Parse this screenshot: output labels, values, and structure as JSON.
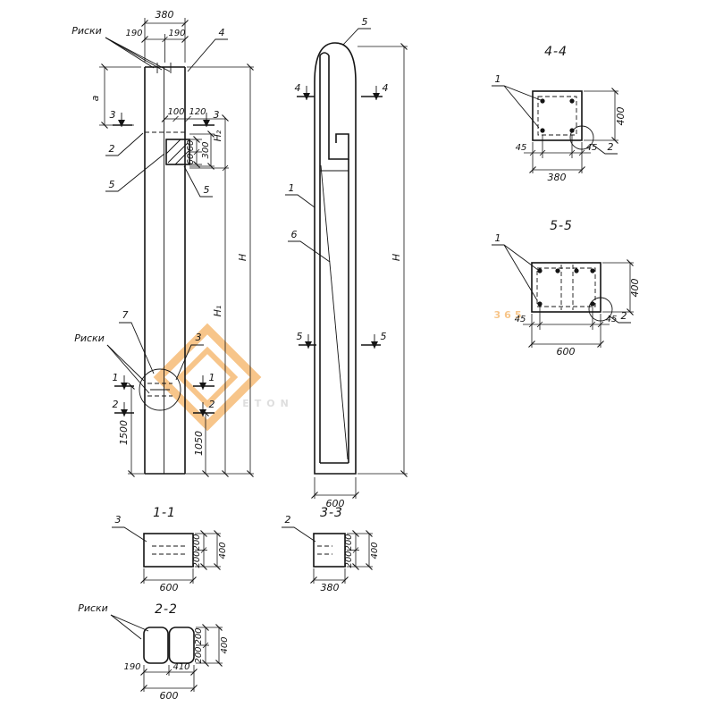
{
  "watermark": {
    "brand": "ETON",
    "number": "365",
    "orange": "#f2a03d",
    "gray": "#c9c9c9"
  },
  "elevation_left": {
    "riski_top": "Риски",
    "dim_380": "380",
    "dim_190_left": "190",
    "dim_190_right": "190",
    "callout_4": "4",
    "dim_a": "a",
    "cut_3_left": "3",
    "cut_3_right": "3",
    "dim_100": "100",
    "dim_120": "120",
    "dim_h2": "H₂",
    "dim_60_top": "60",
    "dim_60_bottom": "60",
    "dim_300": "300",
    "callout_2": "2",
    "callout_5_left": "5",
    "callout_5_right": "5",
    "dim_h": "H",
    "dim_h1": "H₁",
    "callout_7": "7",
    "riski_bottom": "Риски",
    "callout_3": "3",
    "cut_1_left": "1",
    "cut_1_right": "1",
    "cut_2_left": "2",
    "cut_2_right": "2",
    "dim_1500": "1500",
    "dim_1050": "1050"
  },
  "elevation_middle": {
    "callout_5": "5",
    "cut_4_left": "4",
    "cut_4_right": "4",
    "callout_1": "1",
    "callout_6": "6",
    "cut_5_left": "5",
    "cut_5_right": "5",
    "dim_h": "H",
    "dim_600": "600"
  },
  "section_4_4": {
    "title": "4-4",
    "callout_1": "1",
    "callout_2": "2",
    "dim_400": "400",
    "dim_45_left": "45",
    "dim_45_right": "45",
    "dim_380": "380"
  },
  "section_5_5": {
    "title": "5-5",
    "callout_1": "1",
    "callout_2": "2",
    "dim_400": "400",
    "dim_45_left": "45",
    "dim_45_right": "45",
    "dim_600": "600"
  },
  "section_1_1": {
    "title": "1-1",
    "callout_3": "3",
    "dim_400": "400",
    "dim_200_top": "200",
    "dim_200_bottom": "200",
    "dim_600": "600"
  },
  "section_3_3": {
    "title": "3-3",
    "callout_2": "2",
    "dim_400": "400",
    "dim_200_top": "200",
    "dim_200_bottom": "200",
    "dim_380": "380"
  },
  "section_2_2": {
    "title": "2-2",
    "riski": "Риски",
    "dim_190": "190",
    "dim_410": "410",
    "dim_600": "600",
    "dim_400": "400",
    "dim_200_top": "200",
    "dim_200_bottom": "200"
  }
}
